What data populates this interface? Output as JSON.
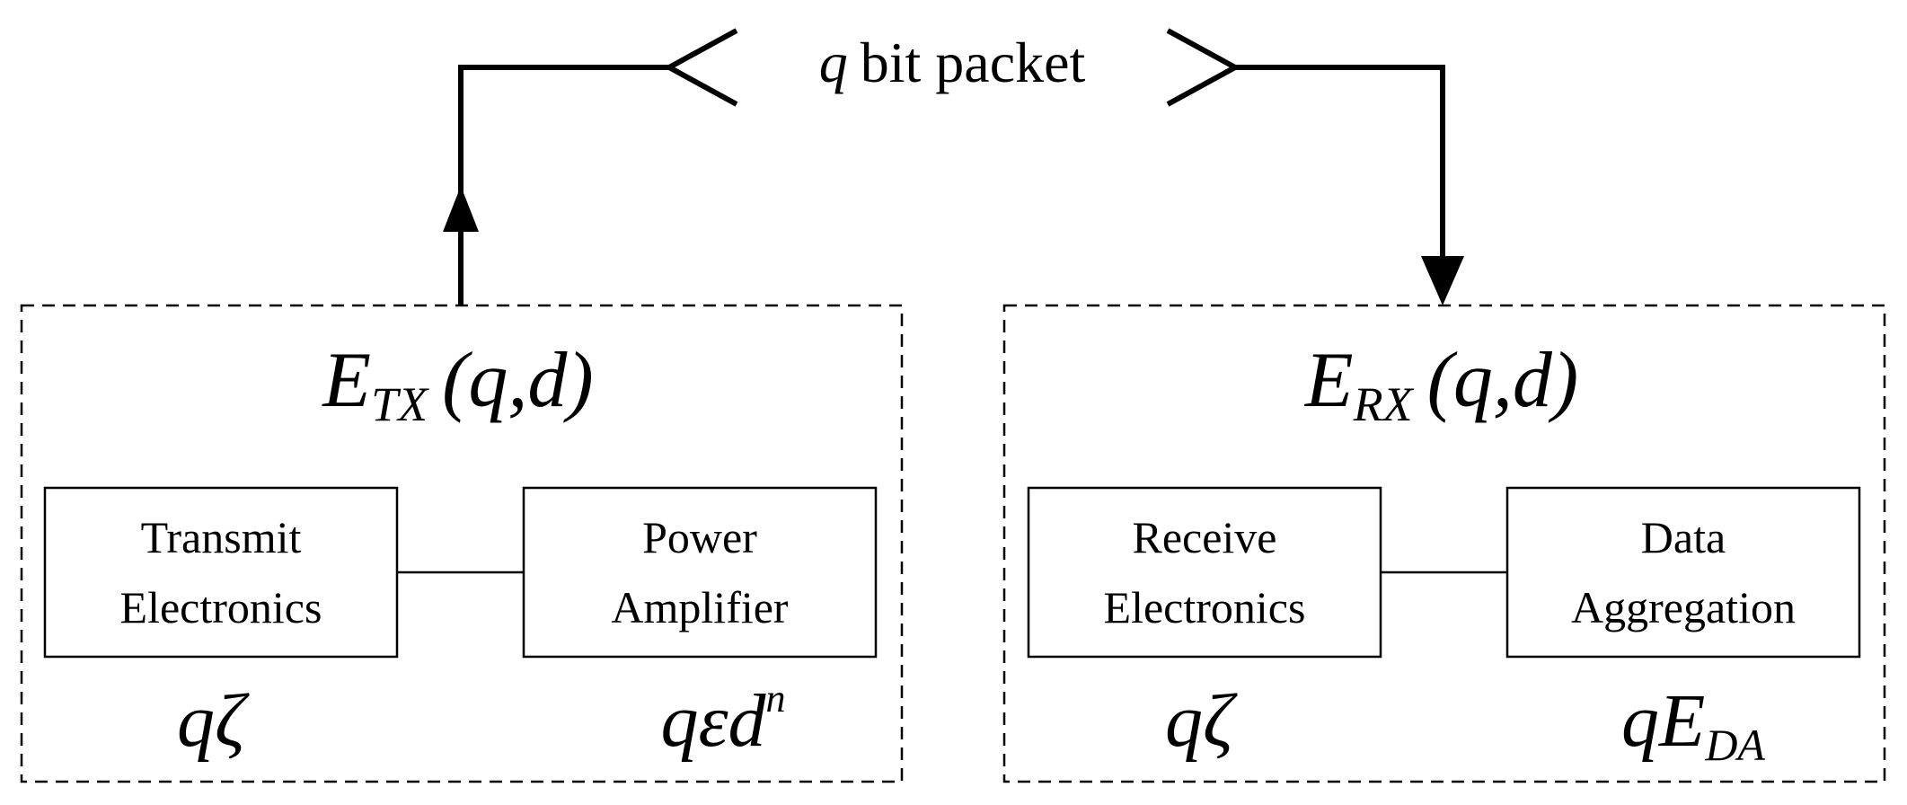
{
  "packet": {
    "q": "q",
    "label": "bit packet"
  },
  "tx": {
    "energy": {
      "E": "E",
      "sub": "TX",
      "args": "(q,d)"
    },
    "blocks": [
      {
        "line1": "Transmit",
        "line2": "Electronics"
      },
      {
        "line1": "Power",
        "line2": "Amplifier"
      }
    ],
    "costs": [
      {
        "main": "qζ",
        "sup": ""
      },
      {
        "main": "qεd",
        "sup": "n"
      }
    ]
  },
  "rx": {
    "energy": {
      "E": "E",
      "sub": "RX",
      "args": "(q,d)"
    },
    "blocks": [
      {
        "line1": "Receive",
        "line2": "Electronics"
      },
      {
        "line1": "Data",
        "line2": "Aggregation"
      }
    ],
    "costs": [
      {
        "main": "qζ",
        "sub": ""
      },
      {
        "main": "qE",
        "sub": "DA"
      }
    ]
  }
}
